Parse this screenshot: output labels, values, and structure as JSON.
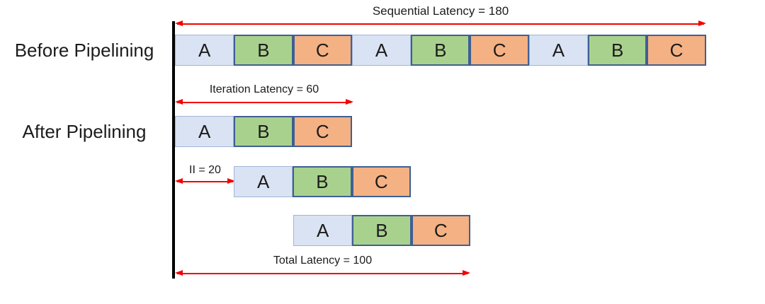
{
  "annotations": {
    "sequential": {
      "label": "Sequential Latency = 180",
      "value": 180
    },
    "iteration": {
      "label": "Iteration Latency = 60",
      "value": 60
    },
    "initiation_interval": {
      "label": "II = 20",
      "value": 20
    },
    "total": {
      "label": "Total Latency = 100",
      "value": 100
    }
  },
  "rows": {
    "before": {
      "label": "Before Pipelining",
      "blocks": [
        "A",
        "B",
        "C",
        "A",
        "B",
        "C",
        "A",
        "B",
        "C"
      ]
    },
    "after": {
      "label": "After Pipelining",
      "iteration1": [
        "A",
        "B",
        "C"
      ],
      "iteration2": [
        "A",
        "B",
        "C"
      ],
      "iteration3": [
        "A",
        "B",
        "C"
      ]
    }
  },
  "colors": {
    "stage_a": "#dae3f3",
    "stage_b": "#a9d18e",
    "stage_c": "#f4b183",
    "border_light": "#a3b4d6",
    "border_dark": "#3f5f94",
    "arrow": "#f40000",
    "timeline": "#000000"
  }
}
